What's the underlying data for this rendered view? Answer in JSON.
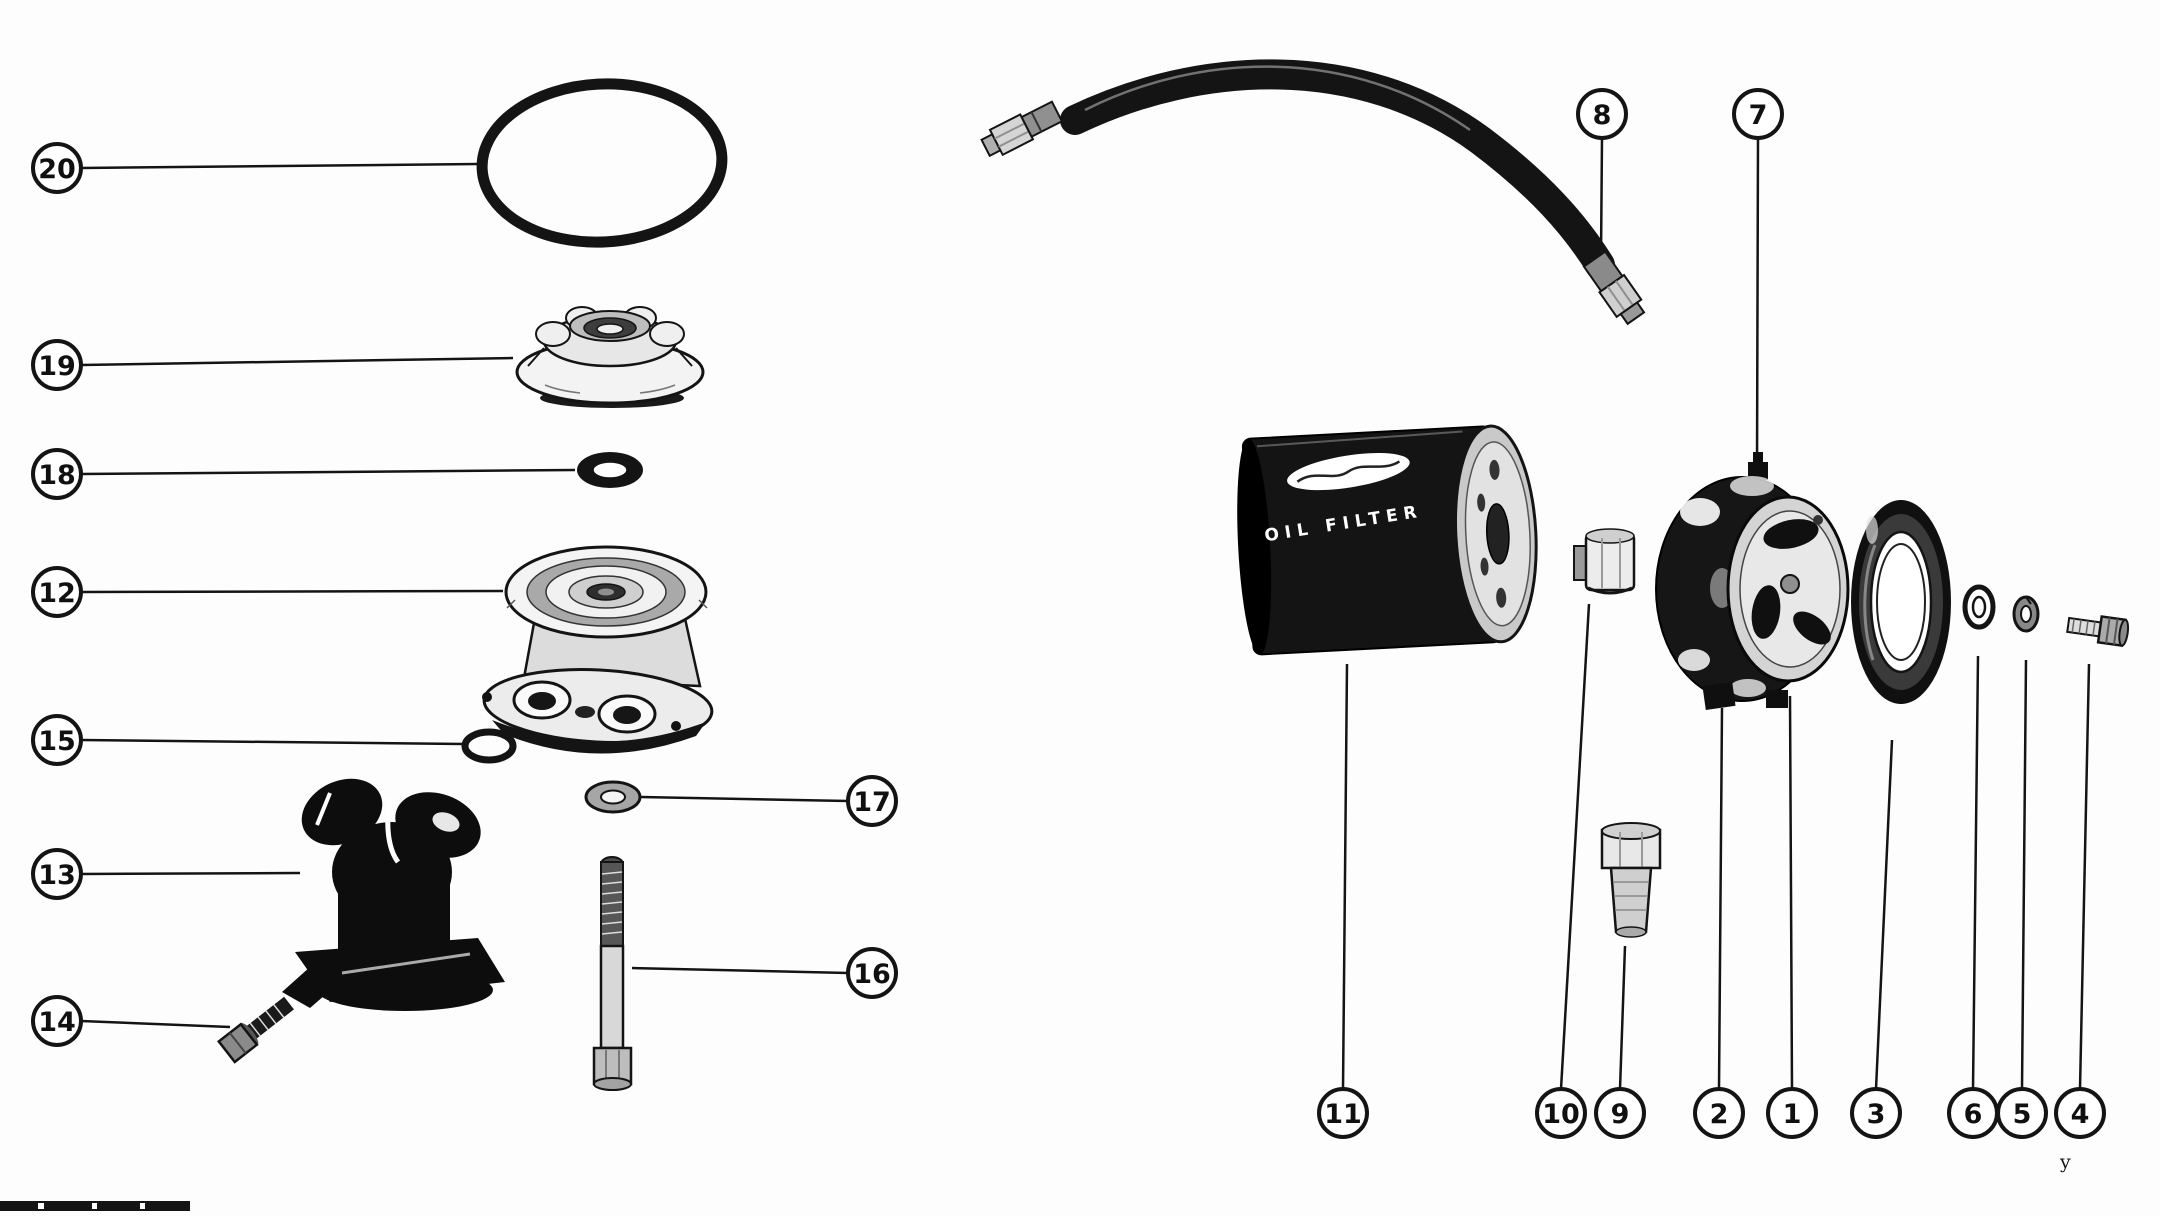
{
  "diagram": {
    "type": "exploded-parts-diagram",
    "background": "#ffffff",
    "line_color": "#141414",
    "callouts": {
      "c1": "1",
      "c2": "2",
      "c3": "3",
      "c4": "4",
      "c5": "5",
      "c6": "6",
      "c7": "7",
      "c8": "8",
      "c9": "9",
      "c10": "10",
      "c11": "11",
      "c12": "12",
      "c13": "13",
      "c14": "14",
      "c15": "15",
      "c16": "16",
      "c17": "17",
      "c18": "18",
      "c19": "19",
      "c20": "20"
    },
    "filter_canister": {
      "label": "OIL FILTER"
    },
    "artifacts": {
      "stray_mark": "y"
    }
  }
}
